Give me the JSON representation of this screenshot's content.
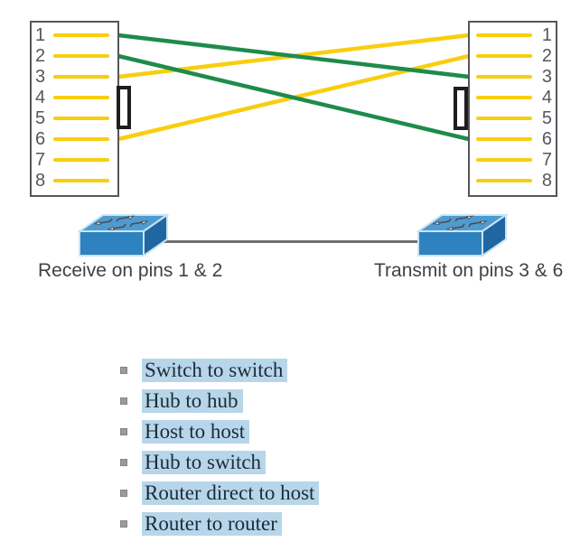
{
  "diagram": {
    "pins": [
      "1",
      "2",
      "3",
      "4",
      "5",
      "6",
      "7",
      "8"
    ],
    "wires": [
      {
        "color": "yellow",
        "from_left_pin": 3,
        "to_right_pin": 1
      },
      {
        "color": "yellow",
        "from_left_pin": 6,
        "to_right_pin": 2
      },
      {
        "color": "green",
        "from_left_pin": 1,
        "to_right_pin": 3
      },
      {
        "color": "green",
        "from_left_pin": 2,
        "to_right_pin": 6
      }
    ],
    "wire_colors": {
      "yellow": "#f8ce10",
      "green": "#1e8b4b"
    },
    "switch_colors": {
      "top": "#4e9bd2",
      "front": "#2e82bf",
      "side": "#2066a3",
      "halo": "#c9e4f4"
    },
    "left_switch_label": "Receive on pins 1 & 2",
    "right_switch_label": "Transmit on pins 3 & 6"
  },
  "list": {
    "highlight_color": "#b7d6e9",
    "items": [
      "Switch to switch",
      "Hub to hub",
      "Host to host",
      "Hub to switch",
      "Router direct to host",
      "Router to router"
    ]
  }
}
